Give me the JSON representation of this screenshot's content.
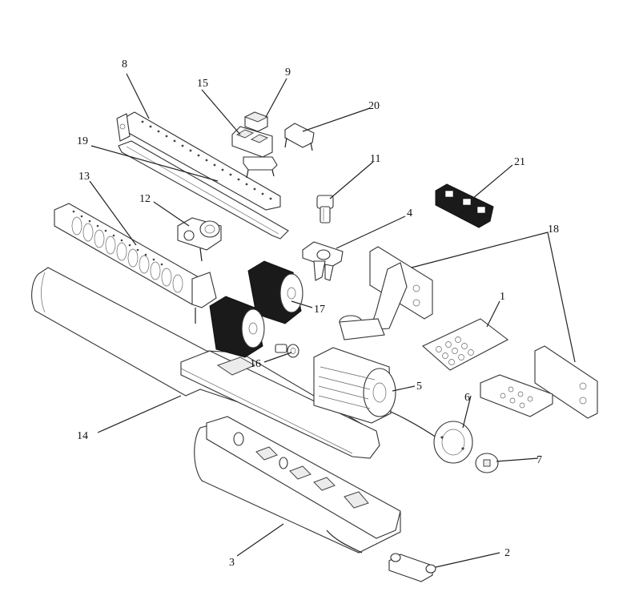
{
  "diagram": {
    "callouts": [
      {
        "id": "c1",
        "label": "1"
      },
      {
        "id": "c2",
        "label": "2"
      },
      {
        "id": "c3",
        "label": "3"
      },
      {
        "id": "c4",
        "label": "4"
      },
      {
        "id": "c5",
        "label": "5"
      },
      {
        "id": "c6",
        "label": "6"
      },
      {
        "id": "c7",
        "label": "7"
      },
      {
        "id": "c8",
        "label": "8"
      },
      {
        "id": "c9",
        "label": "9"
      },
      {
        "id": "c11",
        "label": "11"
      },
      {
        "id": "c12",
        "label": "12"
      },
      {
        "id": "c13",
        "label": "13"
      },
      {
        "id": "c14",
        "label": "14"
      },
      {
        "id": "c15",
        "label": "15"
      },
      {
        "id": "c16",
        "label": "16"
      },
      {
        "id": "c17",
        "label": "17"
      },
      {
        "id": "c18",
        "label": "18"
      },
      {
        "id": "c19",
        "label": "19"
      },
      {
        "id": "c20",
        "label": "20"
      },
      {
        "id": "c21",
        "label": "21"
      }
    ]
  }
}
